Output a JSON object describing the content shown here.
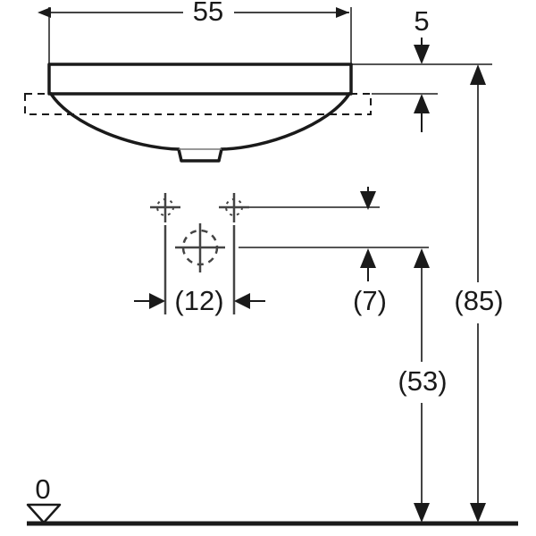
{
  "drawing": {
    "title": "Washbasin technical drawing - front elevation",
    "units": "cm",
    "line_color": "#1a1a1a",
    "thin_line_color": "#555555",
    "background": "#ffffff",
    "dimensions": {
      "width_overall": "55",
      "rim_height": "5",
      "tap_hole_offset": "(12)",
      "rim_to_bowl": "(7)",
      "floor_to_bowl": "(53)",
      "floor_to_rim": "(85)",
      "datum": "0"
    },
    "labels": {
      "width_overall": "55",
      "rim_height": "5",
      "tap_hole_offset": "(12)",
      "rim_to_bowl": "(7)",
      "floor_to_bowl": "(53)",
      "floor_to_rim": "(85)",
      "datum": "0"
    },
    "parts": {
      "rim": "basin-rim",
      "bowl": "basin-bowl",
      "drain": "basin-drain-outlet",
      "cutout": "installation-cutout-dashed",
      "tap_hole": "tap-hole-dashed-circle",
      "floor_line": "floor-datum-line"
    }
  }
}
